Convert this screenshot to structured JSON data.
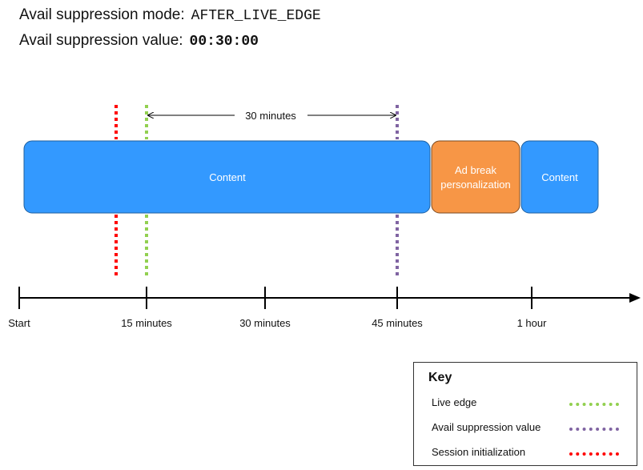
{
  "header": {
    "mode_label": "Avail suppression mode:",
    "mode_value": "AFTER_LIVE_EDGE",
    "value_label": "Avail suppression value:",
    "value_value": "00:30:00"
  },
  "diagram": {
    "span_label": "30 minutes",
    "segments": [
      {
        "label": "Content",
        "type": "content"
      },
      {
        "label": "Ad break personalization",
        "label_lines": [
          "Ad break",
          "personalization"
        ],
        "type": "ad"
      },
      {
        "label": "Content",
        "type": "content"
      }
    ],
    "axis": {
      "ticks": [
        "Start",
        "15 minutes",
        "30 minutes",
        "45 minutes",
        "1 hour"
      ]
    },
    "markers": [
      {
        "name": "session-initialization",
        "color": "#ff0000"
      },
      {
        "name": "live-edge",
        "color": "#92d050"
      },
      {
        "name": "avail-suppression-value",
        "color": "#8064a2"
      }
    ]
  },
  "key": {
    "title": "Key",
    "items": [
      {
        "label": "Live edge",
        "color": "#92d050"
      },
      {
        "label": "Avail suppression value",
        "color": "#8064a2"
      },
      {
        "label": "Session initialization",
        "color": "#ff0000"
      }
    ]
  },
  "colors": {
    "content": "#3399ff",
    "ad": "#f79646",
    "axis": "#000000"
  }
}
